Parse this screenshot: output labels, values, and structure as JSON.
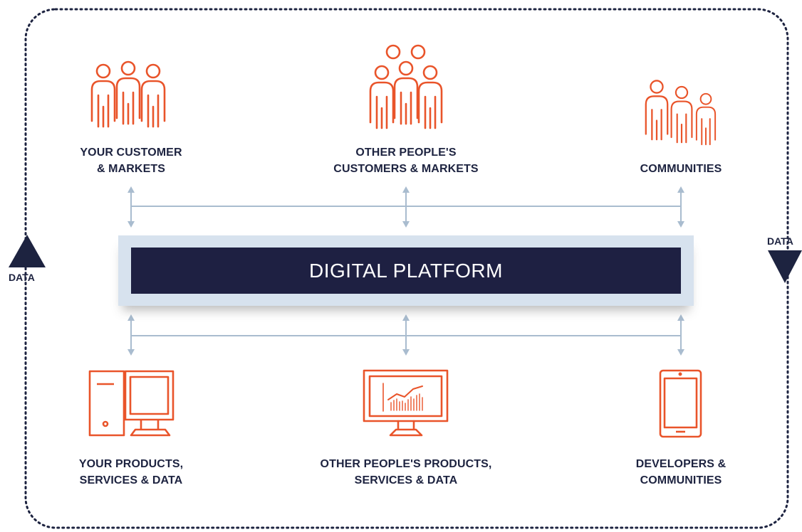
{
  "platform": {
    "label": "DIGITAL PLATFORM"
  },
  "data_labels": {
    "left": "DATA",
    "right": "DATA"
  },
  "top_nodes": [
    {
      "lines": [
        "YOUR CUSTOMER",
        "& MARKETS"
      ],
      "icon": "three-people-icon"
    },
    {
      "lines": [
        "OTHER PEOPLE'S",
        "CUSTOMERS & MARKETS"
      ],
      "icon": "crowd-icon"
    },
    {
      "lines": [
        "",
        "COMMUNITIES"
      ],
      "icon": "community-people-icon"
    }
  ],
  "bottom_nodes": [
    {
      "lines": [
        "YOUR PRODUCTS,",
        "SERVICES & DATA"
      ],
      "icon": "desktop-computer-icon"
    },
    {
      "lines": [
        "OTHER PEOPLE'S PRODUCTS,",
        "SERVICES & DATA"
      ],
      "icon": "monitor-chart-icon"
    },
    {
      "lines": [
        "DEVELOPERS &",
        "COMMUNITIES"
      ],
      "icon": "tablet-icon"
    }
  ],
  "colors": {
    "accent": "#e9542a",
    "navy": "#1e2042",
    "connector": "#a9bccf",
    "loop": "#1d2340",
    "platform_frame": "#d7e2ee"
  }
}
